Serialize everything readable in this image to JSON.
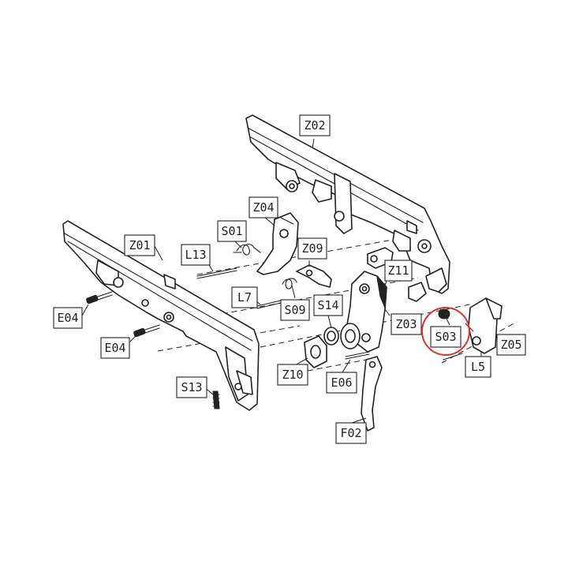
{
  "labels": {
    "z02": "Z02",
    "z04": "Z04",
    "s01": "S01",
    "l13": "L13",
    "z01": "Z01",
    "z09": "Z09",
    "z11": "Z11",
    "l7": "L7",
    "s09": "S09",
    "s14": "S14",
    "e04_top": "E04",
    "e04_bottom": "E04",
    "z03": "Z03",
    "s03": "S03",
    "z05": "Z05",
    "l5": "L5",
    "z10": "Z10",
    "e06": "E06",
    "s13": "S13",
    "f02": "F02"
  },
  "highlight": {
    "part": "S03",
    "color": "#d9342b"
  },
  "colors": {
    "line": "#222222",
    "background": "#ffffff"
  }
}
